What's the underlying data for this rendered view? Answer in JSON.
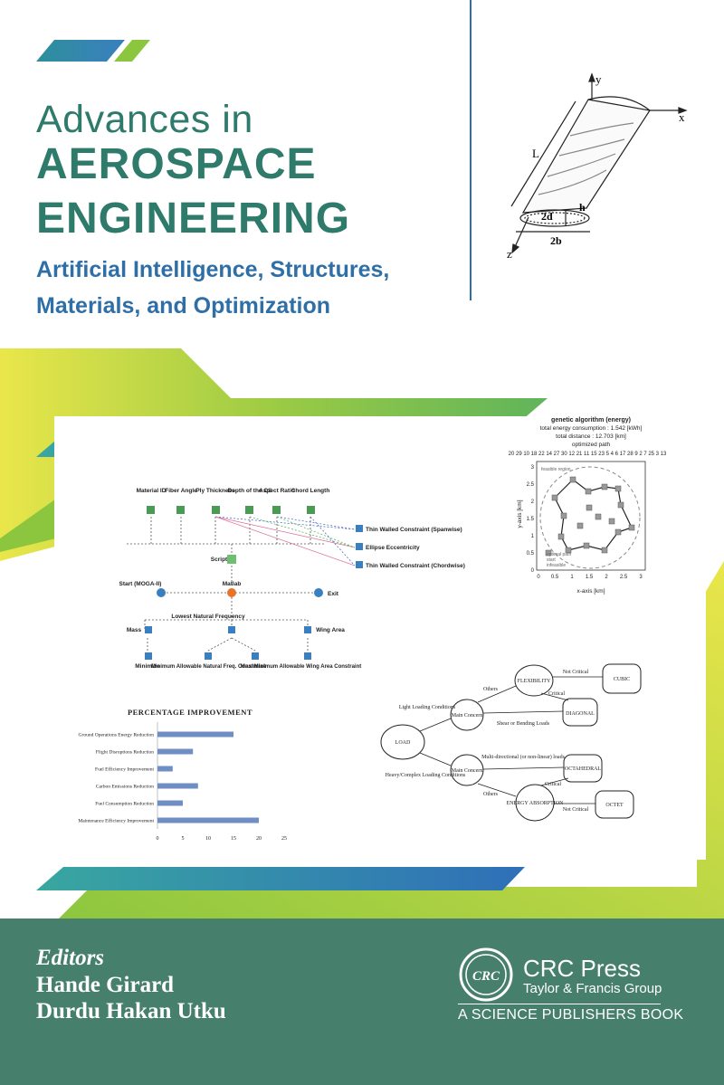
{
  "cover": {
    "title_line1": "Advances in",
    "title_line2": "AEROSPACE",
    "title_line3": "ENGINEERING",
    "subtitle_line1": "Artificial Intelligence, Structures,",
    "subtitle_line2": "Materials, and Optimization"
  },
  "beam_diagram": {
    "axis_y": "y",
    "axis_x": "x",
    "axis_z": "z",
    "length": "L",
    "dim_2d": "2d",
    "dim_h": "h",
    "dim_2b": "2b"
  },
  "workflow": {
    "inputs": [
      "Material ID",
      "Fiber Angle",
      "Ply Thickness",
      "Depth of the CS",
      "Aspect Ratio",
      "Chord Length"
    ],
    "constraints": [
      "Thin Walled Constraint (Spanwise)",
      "Ellipse Eccentricity",
      "Thin Walled Constraint (Chordwise)"
    ],
    "script": "Script",
    "matlab": "Matlab",
    "start": "Start (MOGA-II)",
    "exit": "Exit",
    "outputs": [
      "Mass",
      "Lowest Natural Frequency",
      "Wing Area"
    ],
    "objectives": [
      "Minimize",
      "Minimum Allowable Natural Freq. Constraint",
      "Maximize",
      "Minimum Allowable Wing Area Constraint"
    ]
  },
  "ga_chart": {
    "title_line1": "genetic algorithm (energy)",
    "title_line2": "total energy consumption : 1.542 [kWh]",
    "title_line3": "total distance : 12.703 [km]",
    "title_line4": "optimized path",
    "top_sequence": "20 29 10 18 22 14 27 30 12 21 11 15 23 5 4 6 17 28 9 2 7 25 3 13",
    "xlabel": "x-axis [km]",
    "ylabel": "y-axis [km]",
    "legend": [
      "feasible region",
      "optimal path",
      "start",
      "infeasible"
    ],
    "x_ticks": [
      "0",
      "0.5",
      "1",
      "1.5",
      "2",
      "2.5",
      "3"
    ],
    "y_ticks": [
      "0",
      "0.5",
      "1",
      "1.5",
      "2",
      "2.5",
      "3"
    ]
  },
  "chart_data": {
    "type": "bar",
    "title": "PERCENTAGE IMPROVEMENT",
    "categories": [
      "Ground Operations Energy Reduction",
      "Flight Disruptions Reduction",
      "Fuel Efficiency Improvement",
      "Carbon Emissions Reduction",
      "Fuel Consumption Reduction",
      "Maintenance Efficiency Improvement"
    ],
    "values": [
      15,
      7,
      3,
      8,
      5,
      20
    ],
    "x_ticks": [
      "0",
      "5",
      "10",
      "15",
      "20",
      "25"
    ],
    "xlim": [
      0,
      25
    ],
    "orientation": "horizontal",
    "bar_color": "#6f8fc4"
  },
  "flow": {
    "load": "LOAD",
    "light": "Light Loading Conditions",
    "heavy": "Heavy/Complex Loading Conditions",
    "main_concern": "Main Concern",
    "others": "Others",
    "flexibility": "FLEXIBILITY",
    "not_critical": "Not Critical",
    "critical": "Critical",
    "cubic": "CUBIC",
    "shear": "Shear or Bending Loads",
    "diagonal": "DIAGONAL",
    "multi": "Multi-directional (or non-linear) loads",
    "octahedral": "OCTAHEDRAL",
    "energy": "ENERGY ABSORPTION",
    "octet": "OCTET"
  },
  "editors": {
    "label": "Editors",
    "name1": "Hande Girard",
    "name2": "Durdu Hakan Utku"
  },
  "publisher": {
    "logo": "CRC",
    "name": "CRC Press",
    "group": "Taylor & Francis Group",
    "series": "A SCIENCE PUBLISHERS BOOK"
  },
  "colors": {
    "teal": "#2e7a6b",
    "blue": "#2f6fa8",
    "green": "#8cc63f",
    "yellow": "#e8e44a",
    "footer": "#46806c"
  }
}
